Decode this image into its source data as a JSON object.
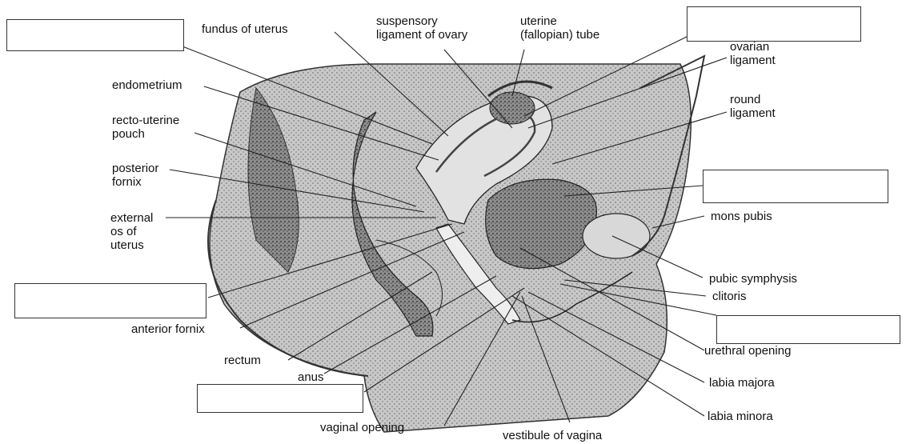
{
  "labels": {
    "fundus": "fundus of uterus",
    "suspensory": "suspensory\nligament of ovary",
    "uterine_tube": "uterine\n(fallopian) tube",
    "ovarian_ligament": "ovarian\nligament",
    "round_ligament": "round\nligament",
    "endometrium": "endometrium",
    "recto_uterine": "recto-uterine\npouch",
    "posterior_fornix": "posterior\nfornix",
    "external_os": "external\nos of\nuterus",
    "mons_pubis": "mons pubis",
    "pubic_symphysis": "pubic symphysis",
    "clitoris": "clitoris",
    "anterior_fornix": "anterior fornix",
    "rectum": "rectum",
    "anus": "anus",
    "urethral_opening": "urethral opening",
    "labia_majora": "labia majora",
    "labia_minora": "labia minora",
    "vaginal_opening": "vaginal opening",
    "vestibule": "vestibule of vagina"
  },
  "blank_boxes": 6,
  "colors": {
    "line": "#222222",
    "tissue_dark": "#555555",
    "tissue_mid": "#9a9a9a",
    "tissue_light": "#cfcfcf"
  }
}
